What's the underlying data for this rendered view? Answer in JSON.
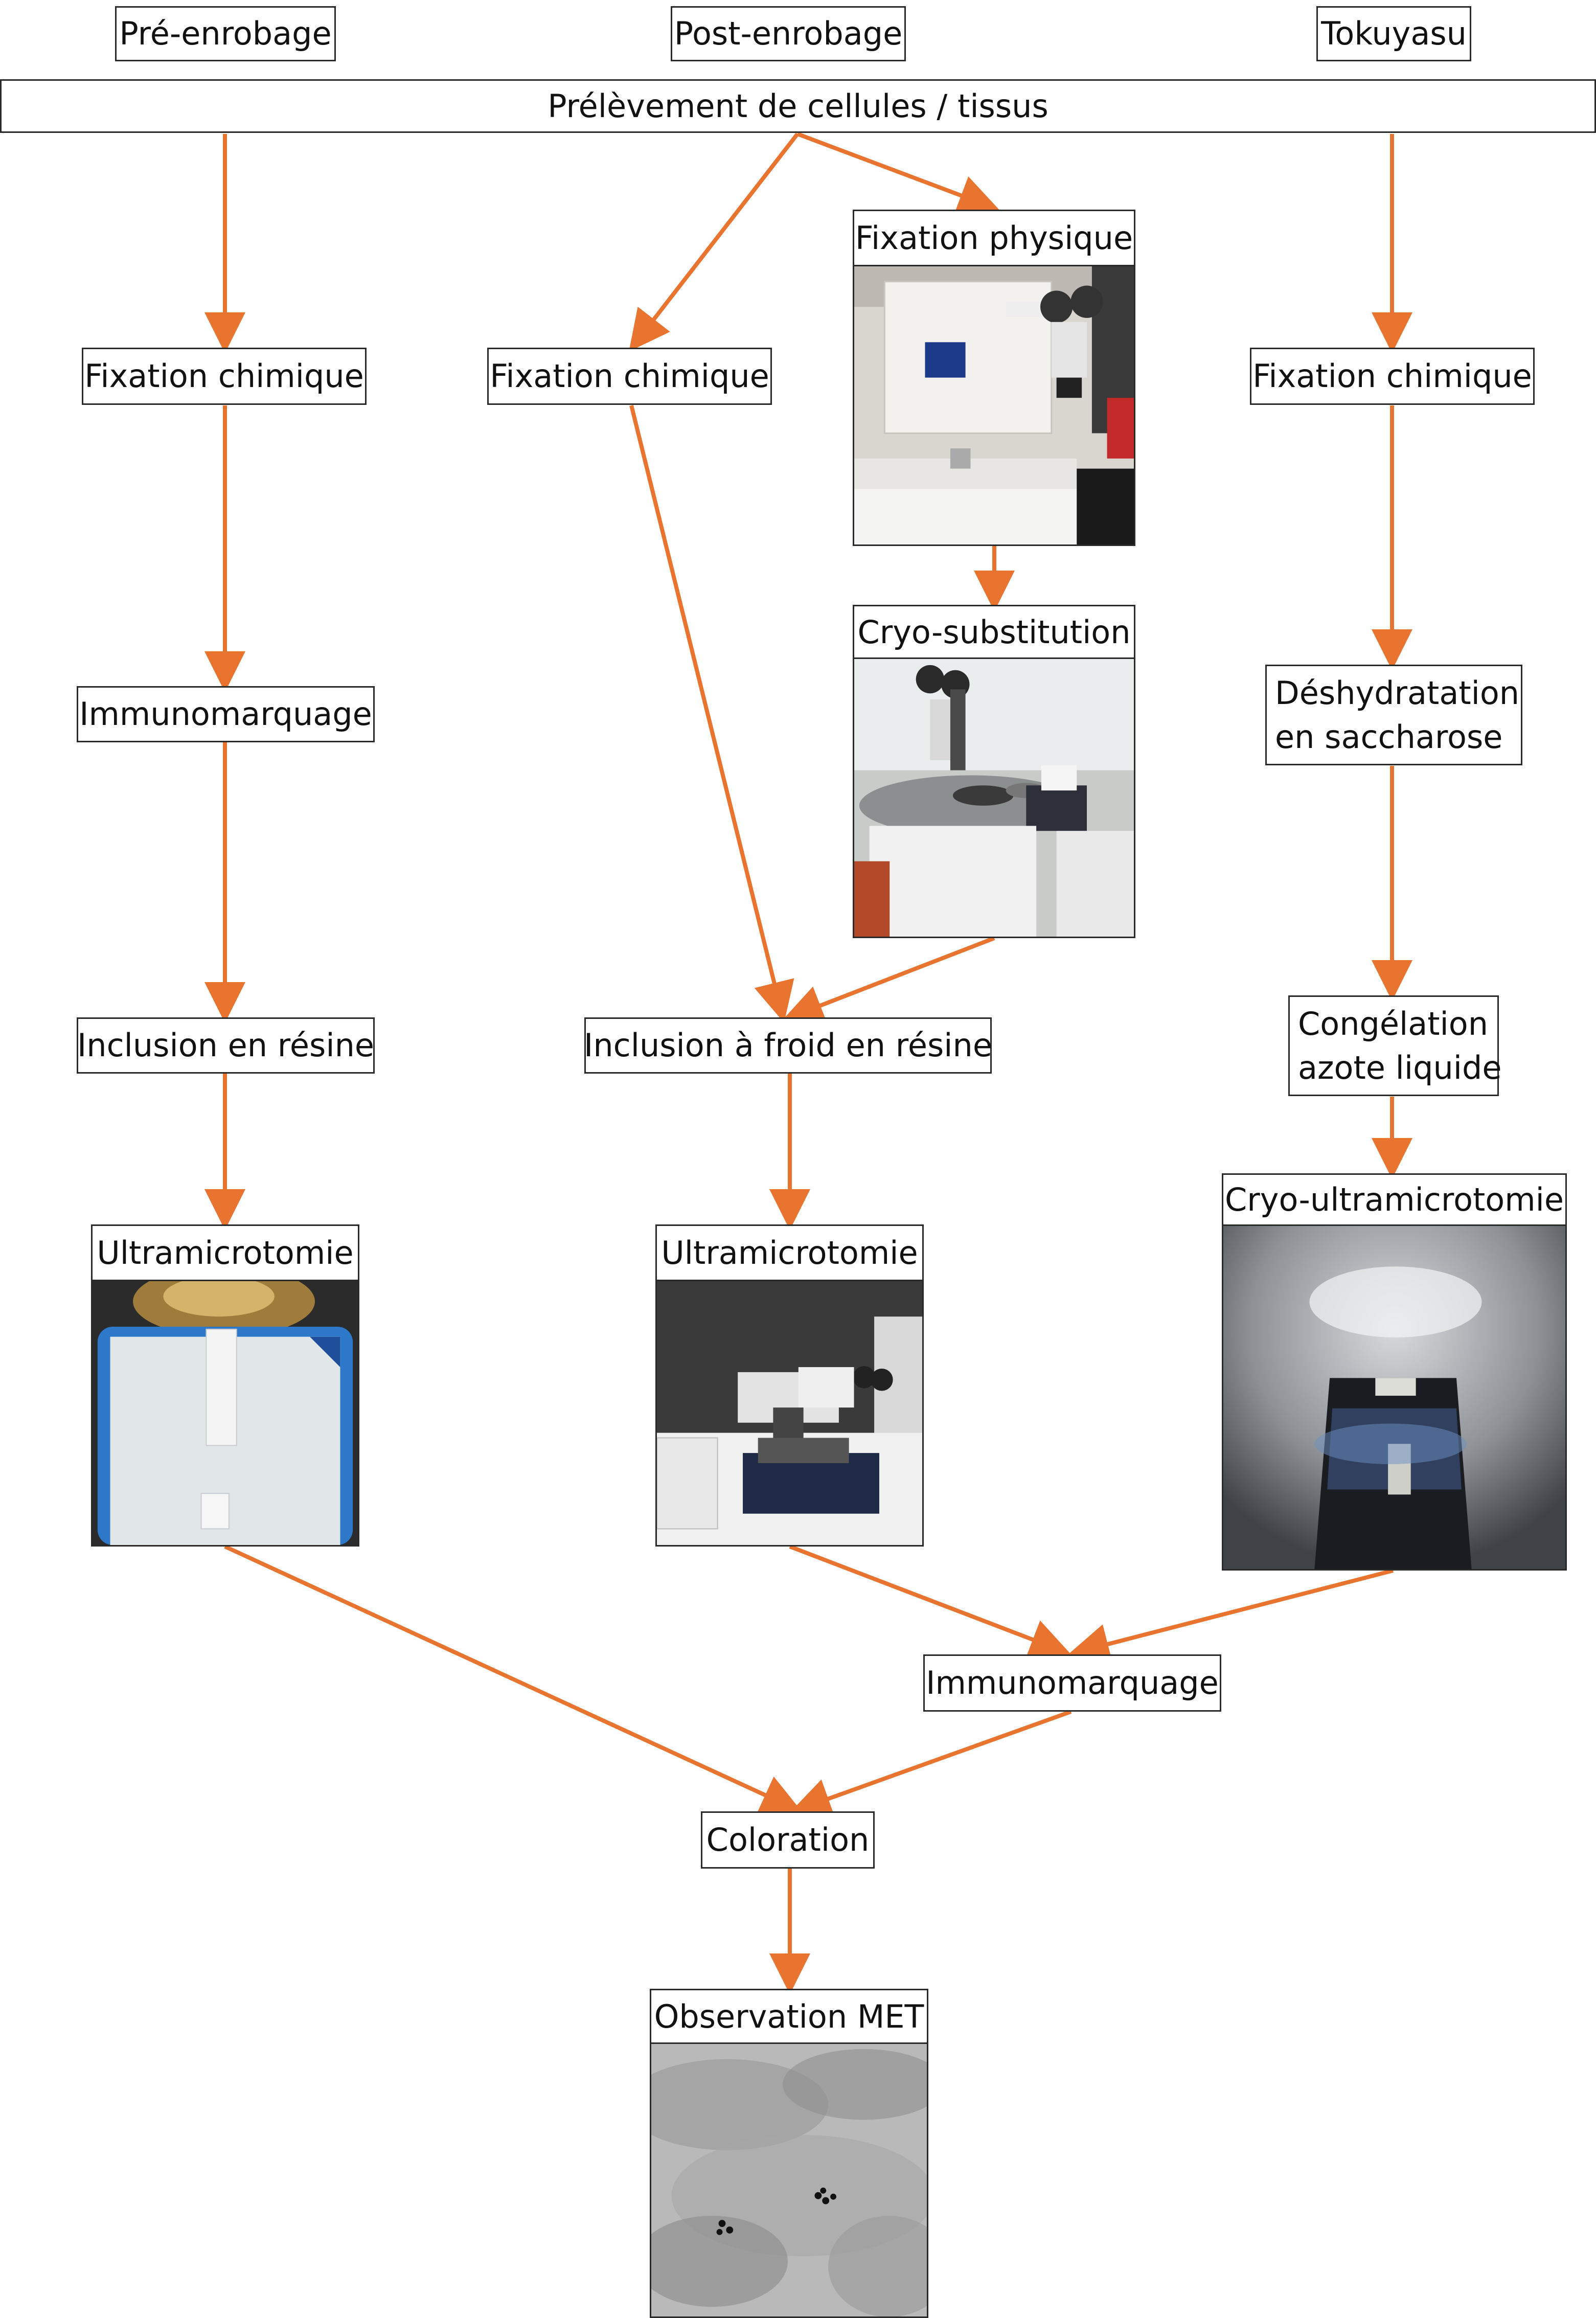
{
  "colors": {
    "arrow": "#E8742F",
    "border": "#2a2a2a"
  },
  "headers": {
    "pre": "Pré-enrobage",
    "post": "Post-enrobage",
    "tokuyasu": "Tokuyasu"
  },
  "top": {
    "label": "Prélèvement de cellules / tissus"
  },
  "col1": {
    "fixation": "Fixation chimique",
    "immuno": "Immunomarquage",
    "inclusion": "Inclusion en résine",
    "ultra": "Ultramicrotomie"
  },
  "col2": {
    "fixation": "Fixation chimique",
    "fix_physique": "Fixation physique",
    "cryo_sub": "Cryo-substitution",
    "inclusion": "Inclusion à froid en résine",
    "ultra": "Ultramicrotomie"
  },
  "col3": {
    "fixation": "Fixation chimique",
    "dehydration_line1": "Déshydratation",
    "dehydration_line2": "en saccharose",
    "freeze_line1": "Congélation",
    "freeze_line2": "azote liquide",
    "cryo_ultra": "Cryo-ultramicrotomie"
  },
  "bottom": {
    "immuno": "Immunomarquage",
    "coloration": "Coloration",
    "observation": "Observation MET"
  }
}
